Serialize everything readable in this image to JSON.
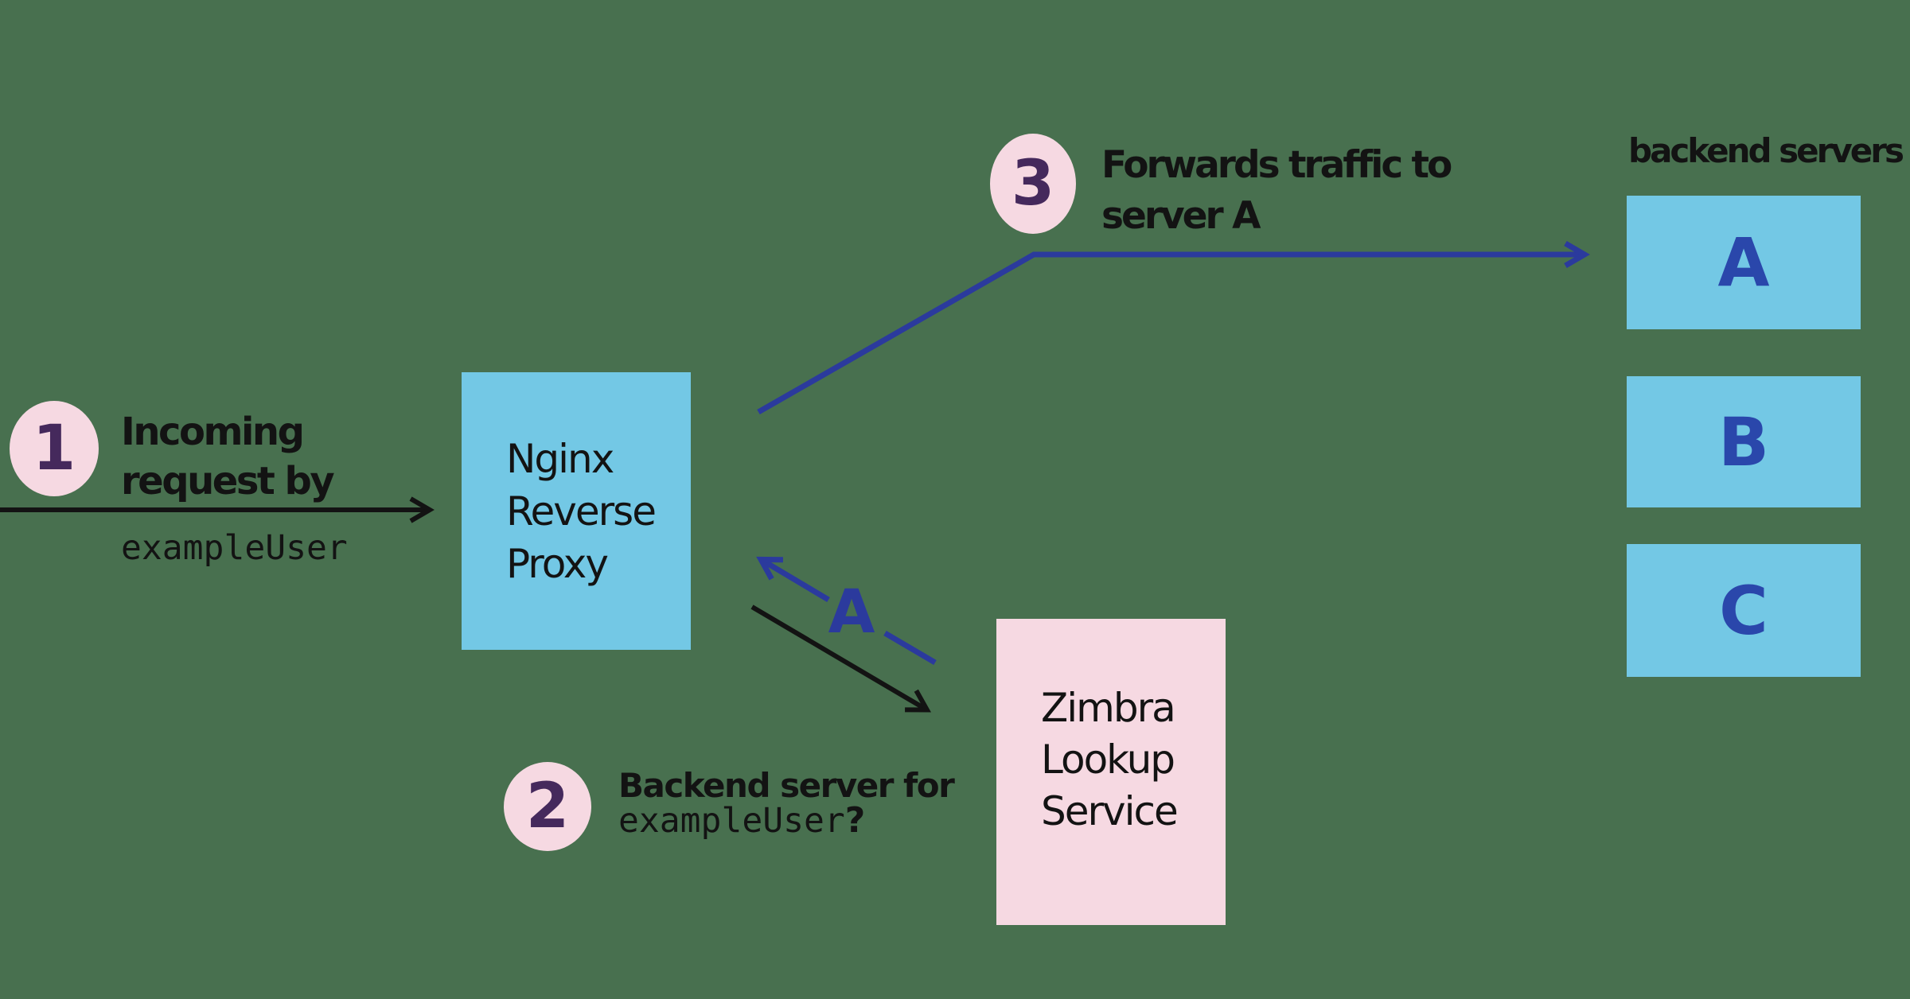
{
  "colors": {
    "bg": "#48704f",
    "box_blue": "#73c8e5",
    "pink": "#f6d9e2",
    "number_purple": "#45295c",
    "arrow_blue": "#2b3a9d",
    "letter_blue": "#2a47ab",
    "ink": "#131313"
  },
  "step1": {
    "number": "1",
    "title_line1": "Incoming",
    "title_line2": "request by",
    "code": "exampleUser"
  },
  "step2": {
    "number": "2",
    "title_line1": "Backend server for",
    "code": "exampleUser",
    "question": "?"
  },
  "step3": {
    "number": "3",
    "title_line1": "Forwards traffic to",
    "title_line2": "server A"
  },
  "nginx_box": {
    "line1": "Nginx",
    "line2": "Reverse",
    "line3": "Proxy"
  },
  "zimbra_box": {
    "line1": "Zimbra",
    "line2": "Lookup",
    "line3": "Service"
  },
  "backend": {
    "heading": "backend servers",
    "servers": [
      "A",
      "B",
      "C"
    ]
  },
  "response_label": "A"
}
